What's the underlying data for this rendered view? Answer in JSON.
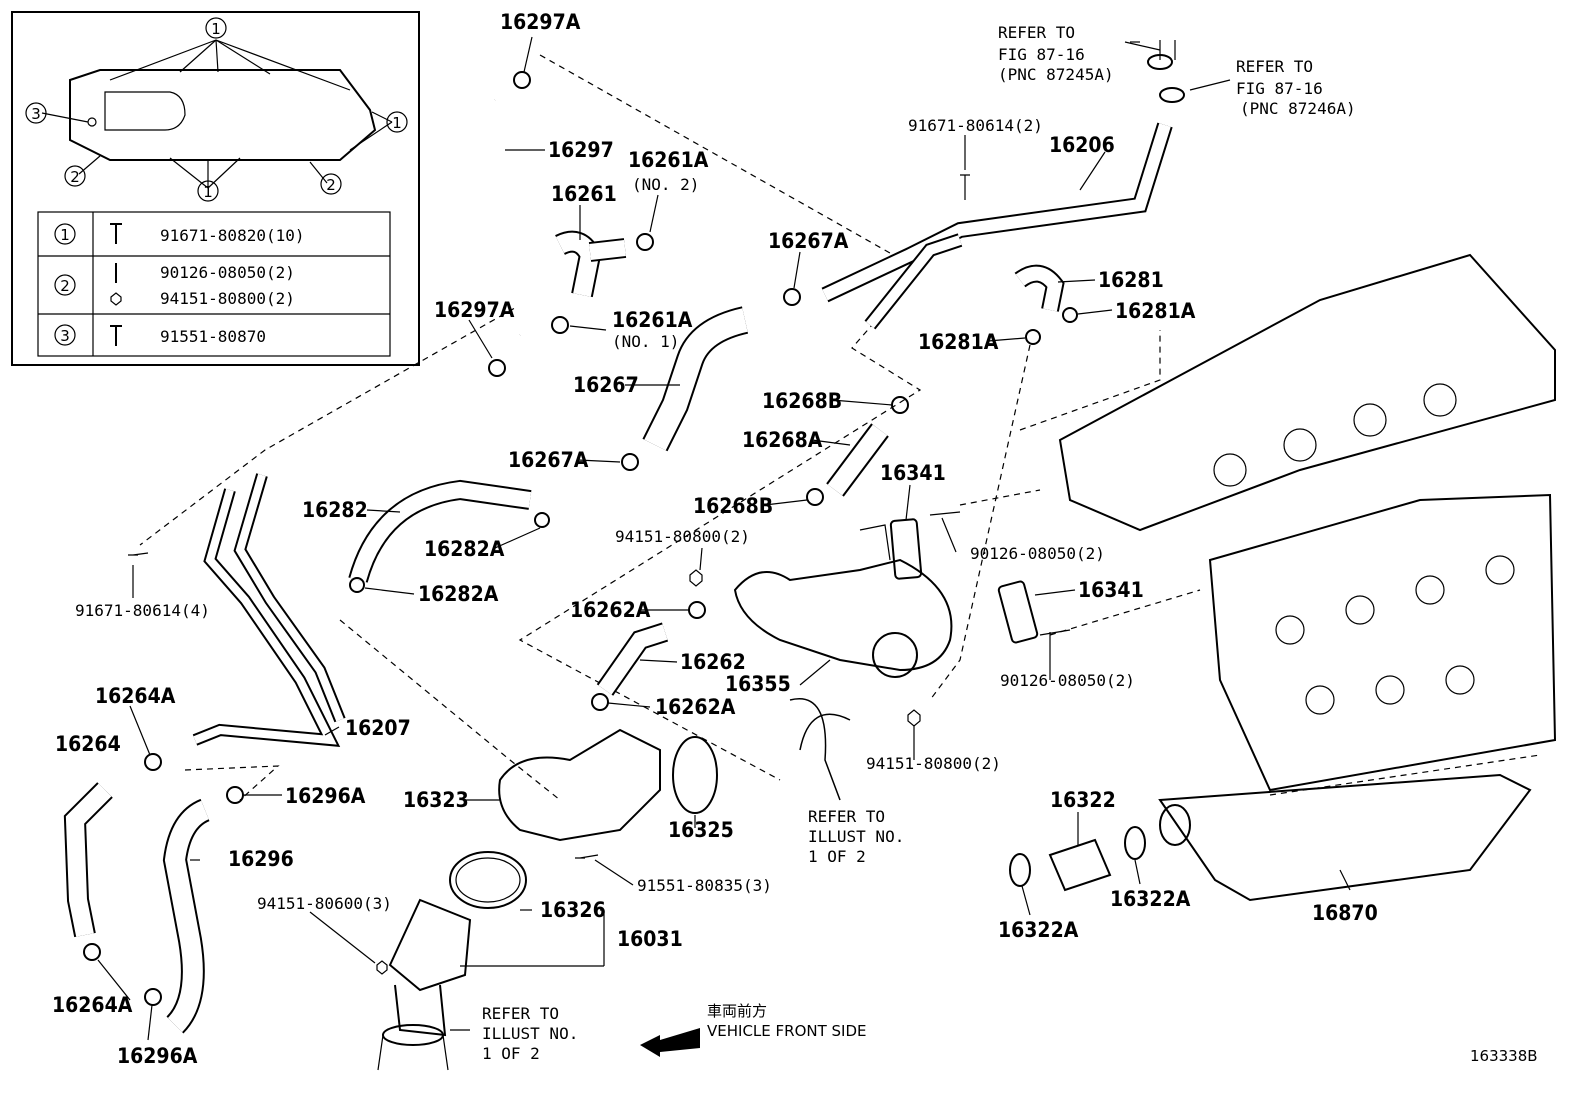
{
  "inset": {
    "callouts": [
      "1",
      "2",
      "3"
    ],
    "rows": [
      {
        "key": "1",
        "parts": [
          "91671-80820(10)"
        ]
      },
      {
        "key": "2",
        "parts": [
          "90126-08050(2)",
          "94151-80800(2)"
        ]
      },
      {
        "key": "3",
        "parts": [
          "91551-80870"
        ]
      }
    ]
  },
  "labels": {
    "p16297A_top": "16297A",
    "p16297": "16297",
    "p16297A_low": "16297A",
    "p16261": "16261",
    "p16261A_no2": "16261A",
    "no2": "(NO. 2)",
    "p16261A_no1": "16261A",
    "no1": "(NO. 1)",
    "p16267A_top": "16267A",
    "p16267": "16267",
    "p16267A_low": "16267A",
    "p16206": "16206",
    "p91671_2": "91671-80614(2)",
    "refer1_a": "REFER TO",
    "refer1_b": "FIG 87-16",
    "refer1_c": "(PNC 87245A)",
    "refer2_a": "REFER TO",
    "refer2_b": "FIG 87-16",
    "refer2_c": "(PNC 87246A)",
    "p16281": "16281",
    "p16281A_r": "16281A",
    "p16281A_l": "16281A",
    "p16268B_top": "16268B",
    "p16268A": "16268A",
    "p16268B_low": "16268B",
    "p16341_top": "16341",
    "p90126_top": "90126-08050(2)",
    "p16341_low": "16341",
    "p90126_low": "90126-08050(2)",
    "p94151_top": "94151-80800(2)",
    "p16262A_top": "16262A",
    "p16262": "16262",
    "p16262A_low": "16262A",
    "p16355": "16355",
    "p94151_low": "94151-80800(2)",
    "p16282": "16282",
    "p16282A_r": "16282A",
    "p16282A_l": "16282A",
    "p91671_4": "91671-80614(4)",
    "p16207": "16207",
    "p16264A_top": "16264A",
    "p16264": "16264",
    "p16264A_low": "16264A",
    "p16296A_top": "16296A",
    "p16296": "16296",
    "p16296A_low": "16296A",
    "p16323": "16323",
    "p16325": "16325",
    "p91551": "91551-80835(3)",
    "p94151_600": "94151-80600(3)",
    "p16326": "16326",
    "p16031": "16031",
    "refer3_a": "REFER TO",
    "refer3_b": "ILLUST NO.",
    "refer3_c": "1 OF 2",
    "refer4_a": "REFER TO",
    "refer4_b": "ILLUST NO.",
    "refer4_c": "1 OF 2",
    "front_jp": "車両前方",
    "front_en": "VEHICLE FRONT SIDE",
    "p16322": "16322",
    "p16322A_l": "16322A",
    "p16322A_r": "16322A",
    "p16870": "16870",
    "figure_no": "163338B"
  }
}
